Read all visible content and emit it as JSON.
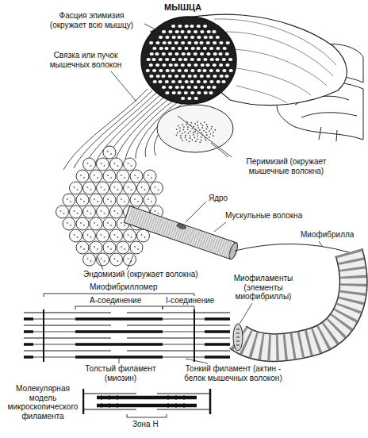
{
  "diagram": {
    "title": "МЫШЦА",
    "labels": [
      "Фасция эпимизия (окружает всю мышцу)",
      "Связка или пучок мышечных волокон",
      "Перимизий (окружает мышечные волокна)",
      "Ядро",
      "Мускульные волокна",
      "Миофибрилла",
      "Эндомизий (окружает волокна)",
      "Миофибрилломер",
      "А-соединение",
      "I-соединение",
      "Миофиламенты (элементы миофибриллы)",
      "Толстый филамент (миозин)",
      "Тонкий филамент (актин - белок мышечных волокон)",
      "Молекулярная модель микроскопического филамента",
      "Зона Н"
    ]
  }
}
